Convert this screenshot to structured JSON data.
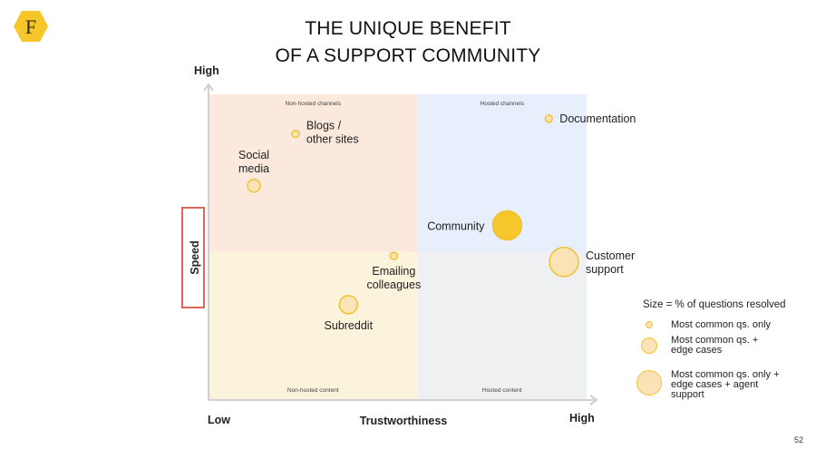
{
  "logo": {
    "letter": "F",
    "fill": "#f6c62a"
  },
  "title": {
    "line1": "THE UNIQUE BENEFIT",
    "line2": "OF A SUPPORT COMMUNITY"
  },
  "page_number": "52",
  "legend": {
    "title": "Size = % of questions resolved",
    "items": [
      {
        "label": "Most common qs. only",
        "size": 1
      },
      {
        "label": "Most common qs. +\nedge cases",
        "size": 2
      },
      {
        "label": "Most common qs. only +\nedge cases + agent\nsupport",
        "size": 3
      }
    ]
  },
  "chart_data": {
    "type": "scatter",
    "title": "THE UNIQUE BENEFIT OF A SUPPORT COMMUNITY",
    "xlabel": "Trustworthiness",
    "ylabel": "Speed",
    "x_ticks": {
      "low": "Low",
      "high": "High"
    },
    "y_ticks": {
      "high": "High"
    },
    "xlim": [
      0,
      1
    ],
    "ylim": [
      0,
      1
    ],
    "quadrants": [
      {
        "label": "Non-hosted channels",
        "position": "top-left",
        "color": "#fbe9dd"
      },
      {
        "label": "Hosted channels",
        "position": "top-right",
        "color": "#e6effb"
      },
      {
        "label": "Non-hosted content",
        "position": "bottom-left",
        "color": "#fcf3dc"
      },
      {
        "label": "Hosted content",
        "position": "bottom-right",
        "color": "#eef0f2"
      }
    ],
    "points": [
      {
        "label": "Blogs /\nother sites",
        "x": 0.23,
        "y": 0.87,
        "size": 1,
        "label_side": "right"
      },
      {
        "label": "Social\nmedia",
        "x": 0.12,
        "y": 0.7,
        "size": 1.5,
        "label_side": "above"
      },
      {
        "label": "Documentation",
        "x": 0.9,
        "y": 0.92,
        "size": 1,
        "label_side": "right"
      },
      {
        "label": "Community",
        "x": 0.79,
        "y": 0.57,
        "size": 3,
        "label_side": "left"
      },
      {
        "label": "Customer\nsupport",
        "x": 0.94,
        "y": 0.45,
        "size": 3,
        "label_side": "right"
      },
      {
        "label": "Emailing\ncolleagues",
        "x": 0.49,
        "y": 0.47,
        "size": 1,
        "label_side": "below"
      },
      {
        "label": "Subreddit",
        "x": 0.37,
        "y": 0.31,
        "size": 2,
        "label_side": "below"
      }
    ],
    "colors": {
      "fill_small": "#fbe3b8",
      "fill_large": "#f6c62a",
      "stroke": "#f1c232"
    },
    "grid": false
  }
}
